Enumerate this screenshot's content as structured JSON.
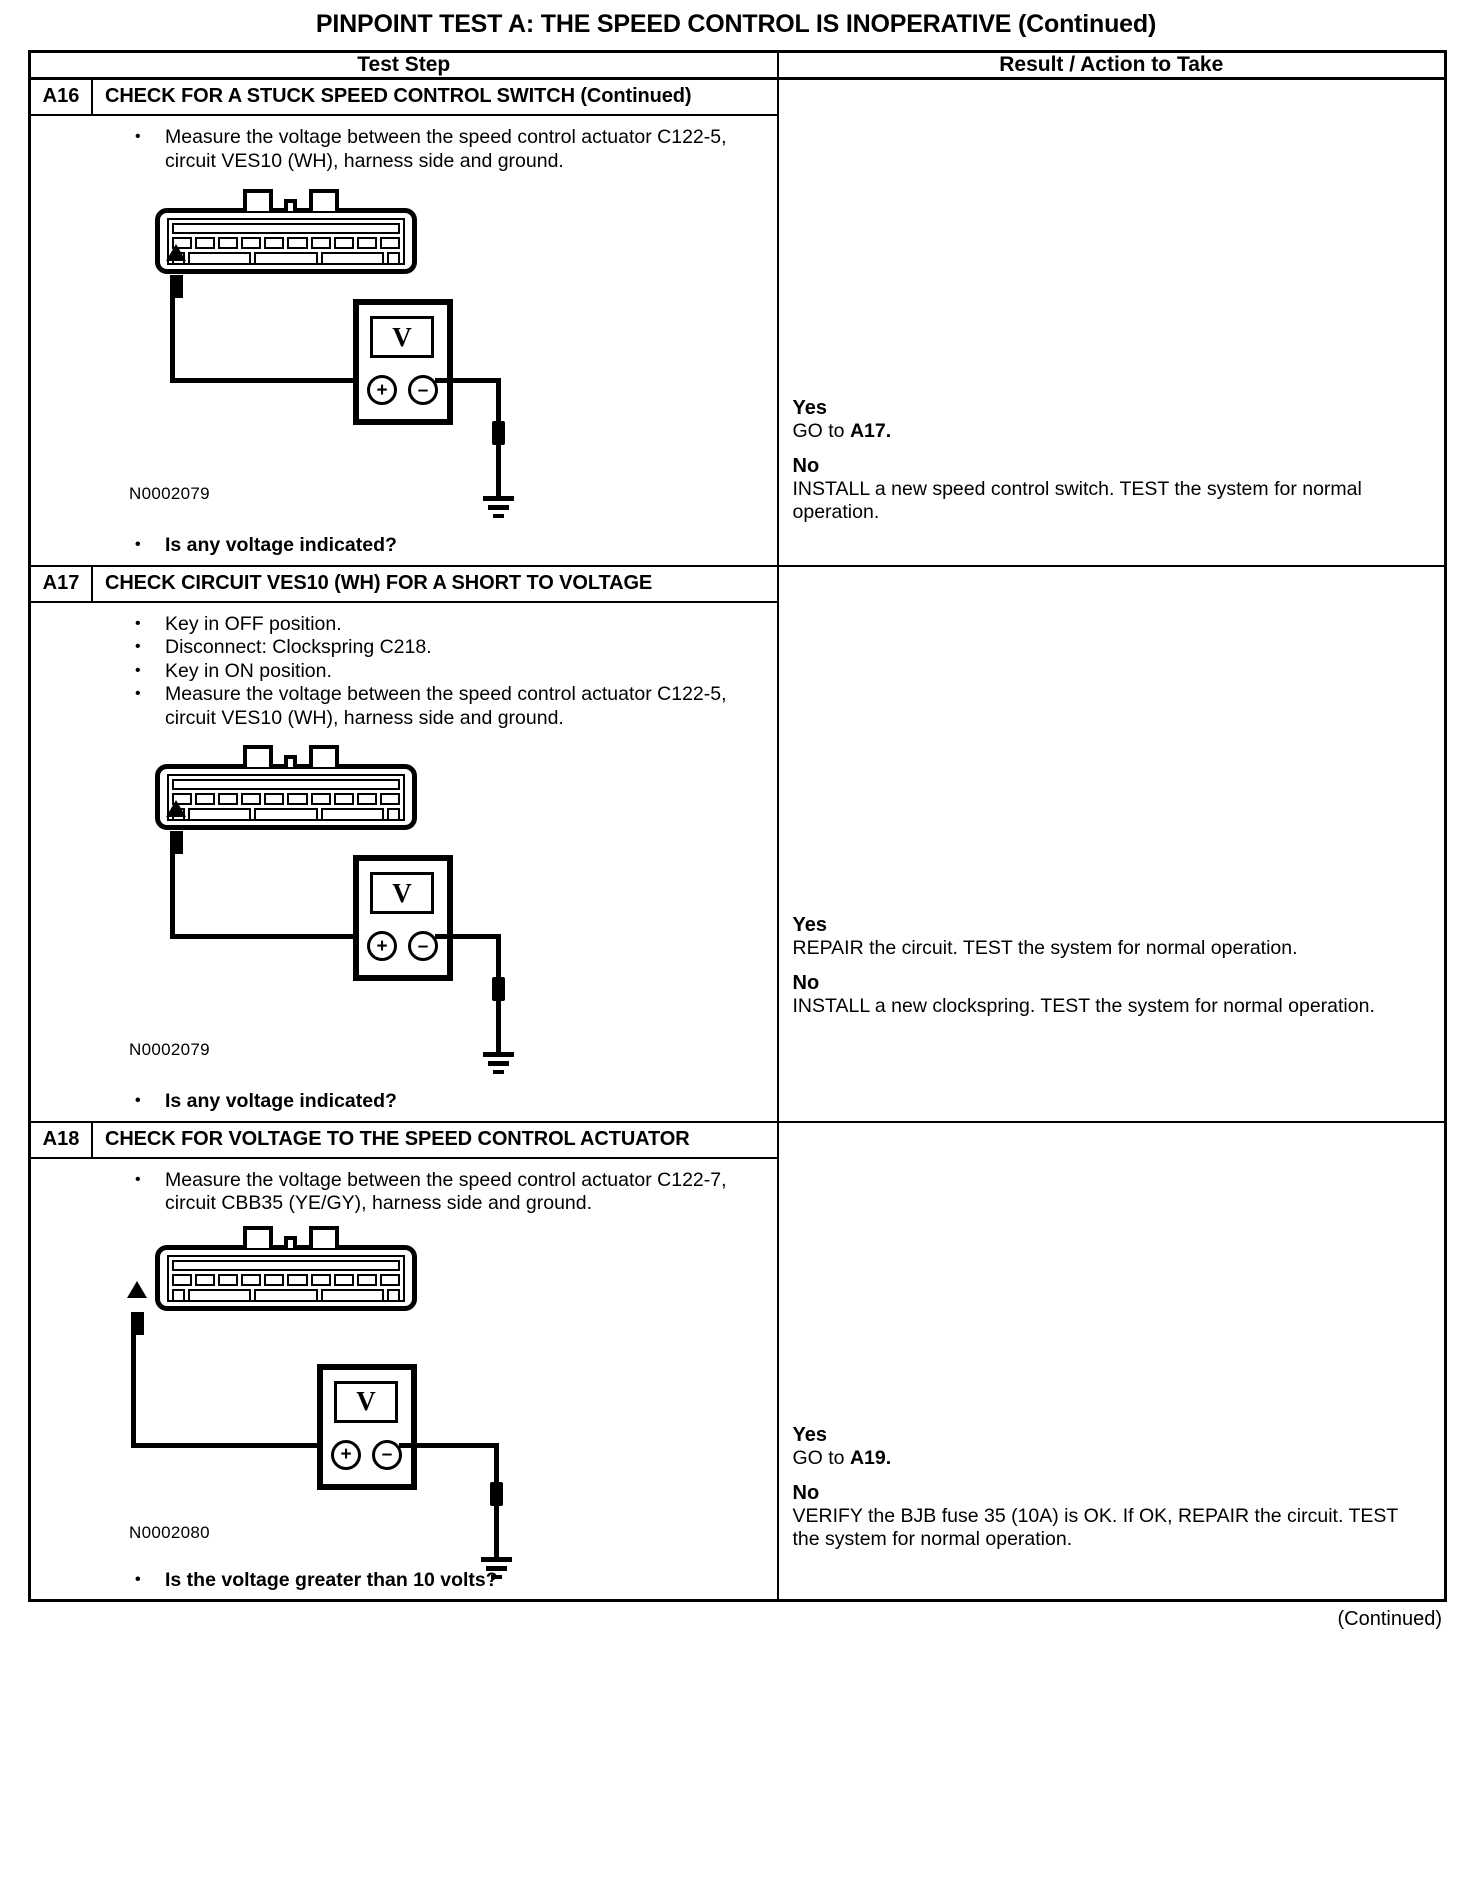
{
  "page": {
    "title": "PINPOINT TEST  A: THE SPEED CONTROL IS INOPERATIVE (Continued)",
    "footer": "(Continued)"
  },
  "table": {
    "headers": {
      "test_step": "Test Step",
      "result_action": "Result / Action to Take"
    }
  },
  "steps": [
    {
      "id": "A16",
      "title": "CHECK FOR A STUCK SPEED CONTROL SWITCH (Continued)",
      "bullets": [
        "Measure the voltage between the speed control actuator C122-5, circuit VES10 (WH), harness side and ground."
      ],
      "question": "Is any voltage indicated?",
      "figure_number": "N0002079",
      "meter_symbol": "V",
      "terminal_plus": "+",
      "terminal_minus": "–",
      "results": [
        {
          "label": "Yes",
          "text": "GO to A17.",
          "bold_tail": "A17."
        },
        {
          "label": "No",
          "text": "INSTALL a new speed control switch. TEST the system for normal operation."
        }
      ]
    },
    {
      "id": "A17",
      "title": "CHECK CIRCUIT VES10 (WH) FOR A SHORT TO VOLTAGE",
      "bullets": [
        "Key in OFF position.",
        "Disconnect: Clockspring C218.",
        "Key in ON position.",
        "Measure the voltage between the speed control actuator C122-5, circuit VES10 (WH), harness side and ground."
      ],
      "question": "Is any voltage indicated?",
      "figure_number": "N0002079",
      "meter_symbol": "V",
      "terminal_plus": "+",
      "terminal_minus": "–",
      "results": [
        {
          "label": "Yes",
          "text": "REPAIR the circuit. TEST the system for normal operation."
        },
        {
          "label": "No",
          "text": "INSTALL a new clockspring. TEST the system for normal operation."
        }
      ]
    },
    {
      "id": "A18",
      "title": "CHECK FOR VOLTAGE TO THE SPEED CONTROL ACTUATOR",
      "bullets": [
        "Measure the voltage between the speed control actuator C122-7, circuit CBB35 (YE/GY), harness side and ground."
      ],
      "question": "Is the voltage greater than 10 volts?",
      "figure_number": "N0002080",
      "meter_symbol": "V",
      "terminal_plus": "+",
      "terminal_minus": "–",
      "results": [
        {
          "label": "Yes",
          "text": "GO to A19.",
          "bold_tail": "A19."
        },
        {
          "label": "No",
          "text": "VERIFY the BJB fuse 35 (10A) is OK. If OK, REPAIR the circuit. TEST the system for normal operation."
        }
      ]
    }
  ]
}
